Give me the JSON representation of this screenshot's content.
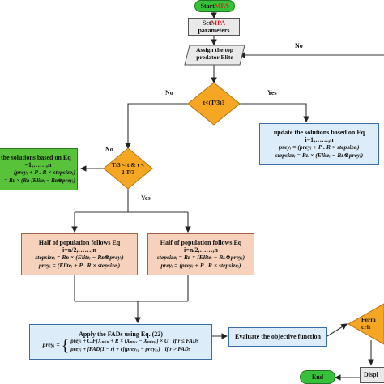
{
  "start": {
    "prefix": "Start ",
    "accent": "MPA"
  },
  "set_params": {
    "line1_prefix": "Set ",
    "line1_accent": "MPA",
    "line2": "parameters"
  },
  "assign": {
    "line1": "Assign the top",
    "line2": "predator Elite"
  },
  "decision1": {
    "text": "t<(T/3)?"
  },
  "decision2": {
    "line1": "T/3 < t & t <",
    "line2": "2 T/3"
  },
  "decision3": {
    "line1": "Ferm",
    "line2": "crit"
  },
  "labels": {
    "no_top": "No",
    "no_left": "No",
    "yes_right": "Yes",
    "no_d2": "No",
    "yes_d2": "Yes"
  },
  "update_right": {
    "title": "update the solutions based on Eq",
    "index": "i=1,……,n",
    "eq1": "preyᵢ = (preyᵢ + P . R × stepsizeᵢ)",
    "eq2": "stepsizeᵢ = Rʟ × (Eliteᵢ − Rʟ⊗preyᵢ)"
  },
  "update_left": {
    "title": "the solutions based on Eq",
    "index": "=1,……,n",
    "eq1": "(preyᵢ + P . R × stepsizeᵢ)",
    "eq2": "= Rʟ × (Rʙ (Eliteᵢ − Rʙ⊗preyᵢ)"
  },
  "half_left": {
    "title": "Half of population follows  Eq",
    "index": "i=n/2,……,n",
    "eq1": "stepsizeᵢ = Rʙ × (Eliteᵢ − Rʙ⊗preyᵢ)",
    "eq2": "preyᵢ = (Eliteᵢ + P . R × stepsizeᵢ)"
  },
  "half_right": {
    "title": "Half of population follows  Eq",
    "index": "i=n/2,……,n",
    "eq1": "stepsizeᵢ = Rʟ × (Eliteᵢ − Rʟ⊗preyᵢ)",
    "eq2": "preyᵢ = (preyᵢ + P . R × stepsizeᵢ)"
  },
  "fads": {
    "title": "Apply the FADs using Eq. (22)",
    "lhs": "preyᵢ =",
    "case1": "preyᵢ + C.F[Xₘᵢₙ + R × (Xₘₐₓ − Xₘᵢₙ)] × U",
    "cond1": "if r ≤ FADs",
    "case2": "preyᵢ + [FAD(1 − r) + r](preyᵣ₁ − preyᵣ₂)",
    "cond2": "if r > FADs"
  },
  "evaluate": {
    "line1": "Evaluate the objective function"
  },
  "display": {
    "text": "Displ"
  },
  "end": {
    "text": "End"
  },
  "colors": {
    "start_green": "#37c13a",
    "accent_red": "#e02020",
    "decision_orange": "#f5a623",
    "update_blue": "#dcecf8",
    "half_salmon": "#f6d2bd"
  }
}
